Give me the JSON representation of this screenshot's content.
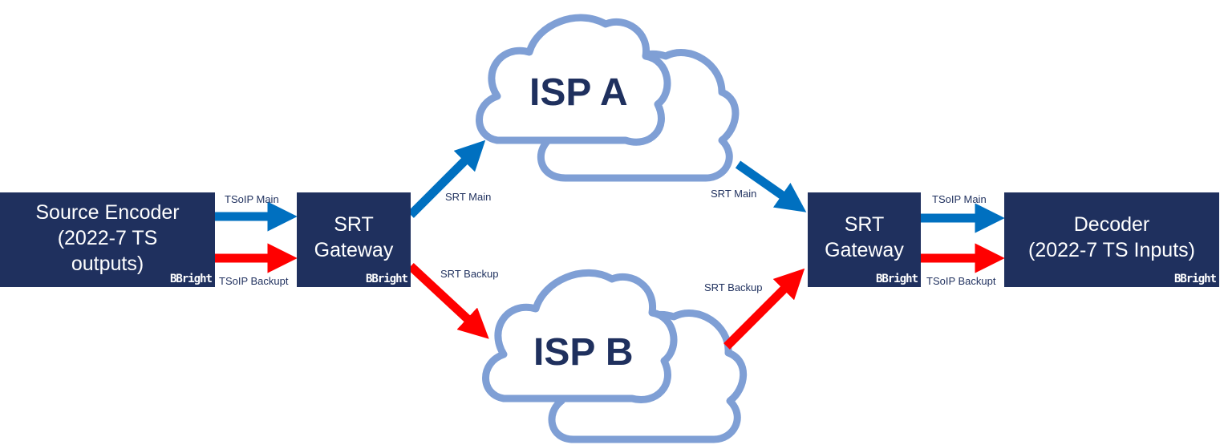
{
  "colors": {
    "box_fill": "#1f305e",
    "main_arrow": "#0070c0",
    "backup_arrow": "#ff0000",
    "cloud_stroke": "#7f9fd5",
    "text_dark": "#1f305e"
  },
  "nodes": {
    "source_encoder": {
      "lines": [
        "Source Encoder",
        "(2022-7 TS",
        "outputs)"
      ],
      "logo": "BBright"
    },
    "srt_gateway_left": {
      "lines": [
        "SRT",
        "Gateway"
      ],
      "logo": "BBright"
    },
    "srt_gateway_right": {
      "lines": [
        "SRT",
        "Gateway"
      ],
      "logo": "BBright"
    },
    "decoder": {
      "lines": [
        "Decoder",
        "(2022-7 TS Inputs)"
      ],
      "logo": "BBright"
    }
  },
  "clouds": {
    "isp_a": "ISP A",
    "isp_b": "ISP B"
  },
  "links": {
    "tsoip_main_left": "TSoIP Main",
    "tsoip_backup_left": "TSoIP Backupt",
    "srt_main_left": "SRT Main",
    "srt_backup_left": "SRT Backup",
    "srt_main_right": "SRT Main",
    "srt_backup_right": "SRT Backup",
    "tsoip_main_right": "TSoIP Main",
    "tsoip_backup_right": "TSoIP Backupt"
  }
}
